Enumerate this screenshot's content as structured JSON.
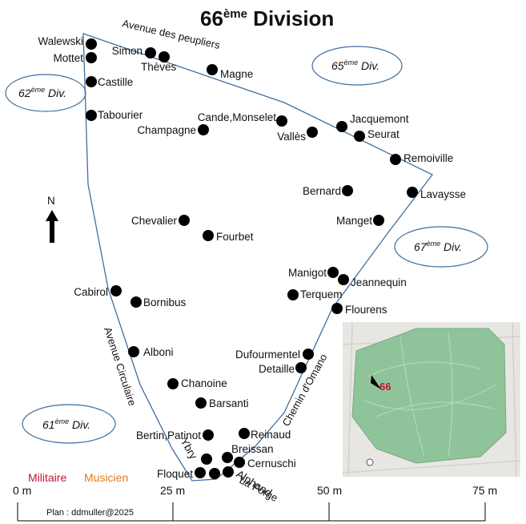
{
  "title": {
    "main": "66",
    "sup": "ème",
    "rest": " Division"
  },
  "colors": {
    "military": "#c8102e",
    "musician": "#e07b20",
    "default": "#111111",
    "boundary": "#3f6fa0",
    "marker": "#000000",
    "inset_green": "#8fc49a"
  },
  "legend": {
    "military": "Militaire",
    "musician": "Musicien"
  },
  "divisions": [
    {
      "id": "62",
      "num": "62",
      "sup": "ème",
      "text": " Div."
    },
    {
      "id": "65",
      "num": "65",
      "sup": "ème",
      "text": " Div."
    },
    {
      "id": "67",
      "num": "67",
      "sup": "ème",
      "text": " Div."
    },
    {
      "id": "61",
      "num": "61",
      "sup": "ème",
      "text": " Div."
    }
  ],
  "roads": {
    "peupliers": "Avenue des peupliers",
    "circulaire": "Avenue Circulaire",
    "omano": "Chemin d'Omano",
    "forge": "La Forge"
  },
  "north": "N",
  "scale": {
    "ticks": [
      "0 m",
      "25 m",
      "50 m",
      "75 m"
    ]
  },
  "credit": "Plan : ddmuller@2025",
  "inset": {
    "label": "66"
  },
  "graves": [
    {
      "name": "Walewski",
      "category": "default"
    },
    {
      "name": "Mottet",
      "category": "default"
    },
    {
      "name": "Simon",
      "category": "musician"
    },
    {
      "name": "Thèves",
      "category": "default"
    },
    {
      "name": "Castille",
      "category": "default"
    },
    {
      "name": "Magne",
      "category": "default"
    },
    {
      "name": "Tabourier",
      "category": "default"
    },
    {
      "name": "Cande,Monselet",
      "category": "default"
    },
    {
      "name": "Champagne",
      "category": "default"
    },
    {
      "name": "Vallès",
      "category": "default"
    },
    {
      "name": "Jacquemont",
      "category": "default"
    },
    {
      "name": "Seurat",
      "category": "default"
    },
    {
      "name": "Remoiville",
      "category": "default"
    },
    {
      "name": "Bernard",
      "category": "default"
    },
    {
      "name": "Lavaysse",
      "category": "default"
    },
    {
      "name": "Chevalier",
      "category": "musician"
    },
    {
      "name": "Manget",
      "category": "default"
    },
    {
      "name": "Fourbet",
      "category": "default"
    },
    {
      "name": "Manigot",
      "category": "default"
    },
    {
      "name": "Jeannequin",
      "category": "default"
    },
    {
      "name": "Cabirol",
      "category": "default"
    },
    {
      "name": "Terquem",
      "category": "military"
    },
    {
      "name": "Bornibus",
      "category": "default"
    },
    {
      "name": "Flourens",
      "category": "military"
    },
    {
      "name": "Alboni",
      "category": "musician"
    },
    {
      "name": "Dufourmentel",
      "category": "default"
    },
    {
      "name": "Detaille",
      "category": "default"
    },
    {
      "name": "Chanoine",
      "category": "default"
    },
    {
      "name": "Barsanti",
      "category": "default"
    },
    {
      "name": "Bertin,Patinot",
      "category": "default"
    },
    {
      "name": "Reinaud",
      "category": "default"
    },
    {
      "name": "Breissan",
      "category": "default"
    },
    {
      "name": "Ybry",
      "category": "default"
    },
    {
      "name": "Cernuschi",
      "category": "default"
    },
    {
      "name": "Floquet",
      "category": "default"
    },
    {
      "name": "Alphand",
      "category": "default"
    }
  ]
}
